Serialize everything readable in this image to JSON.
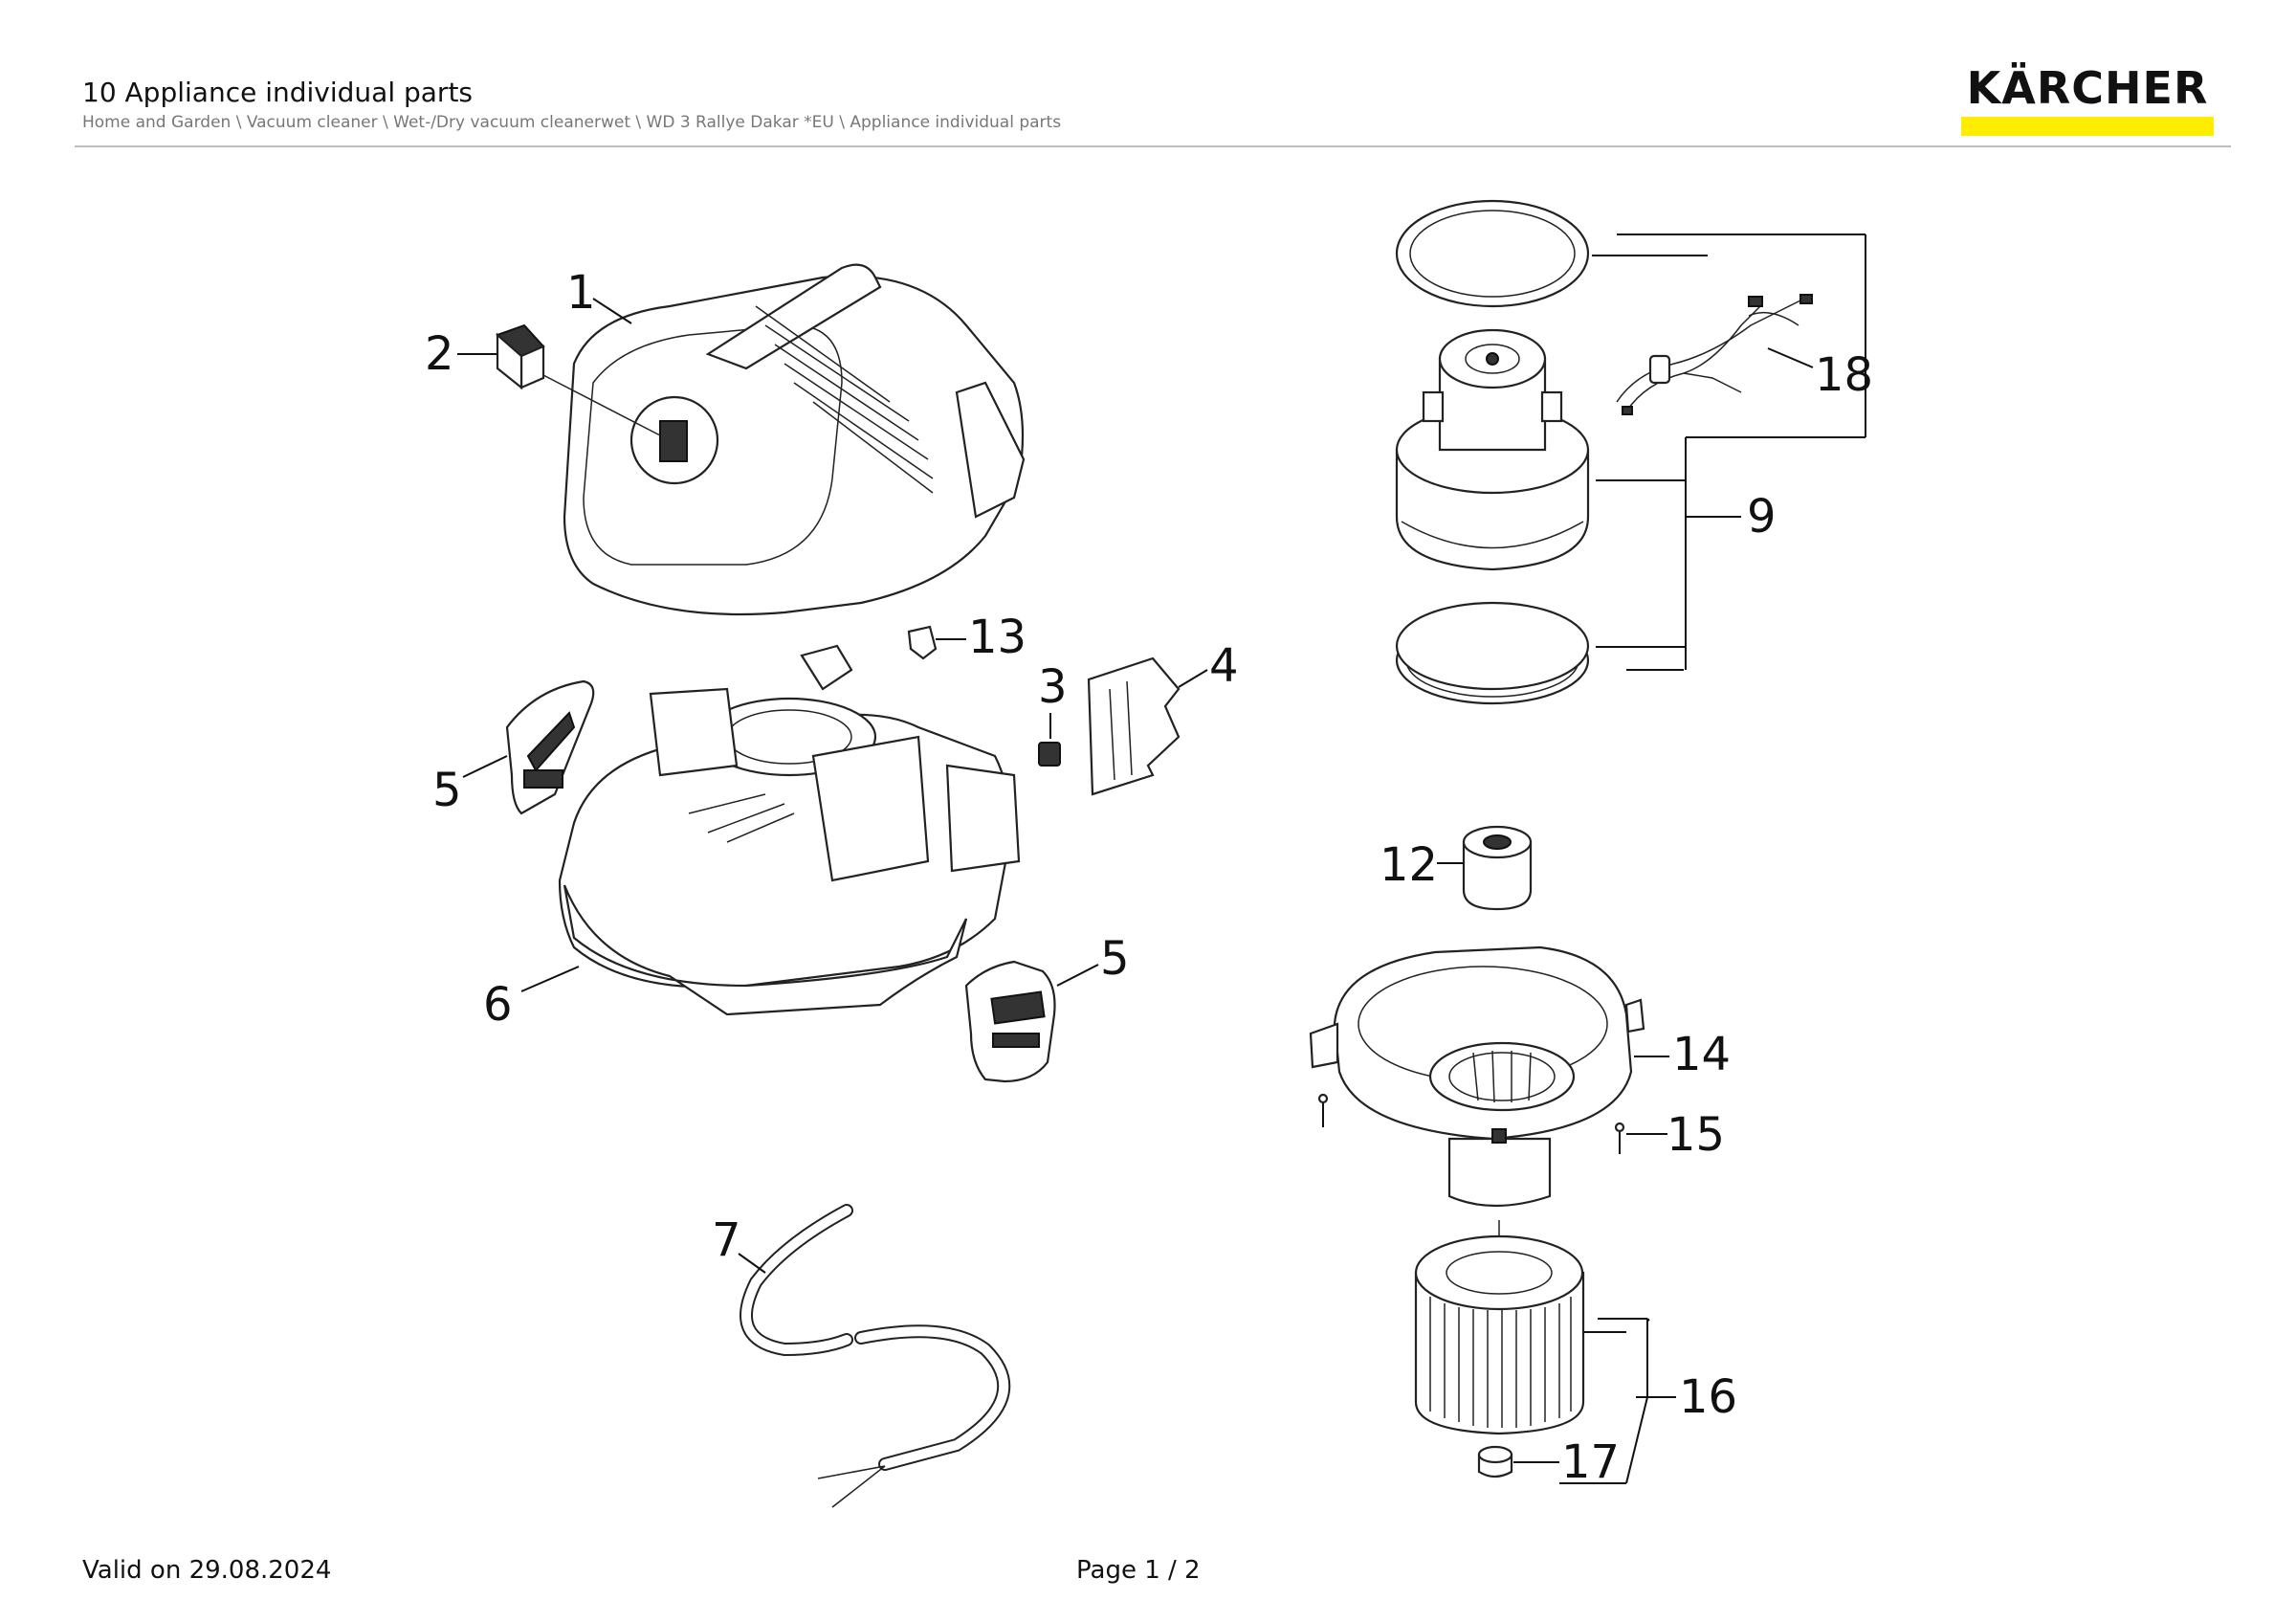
{
  "header": {
    "title": "10 Appliance individual parts",
    "breadcrumb": "Home and Garden \\ Vacuum cleaner \\ Wet-/Dry vacuum cleanerwet \\ WD 3 Rallye Dakar *EU \\ Appliance individual parts",
    "logo_text": "KÄRCHER",
    "brand_color": "#ffed00"
  },
  "callouts": {
    "c1": "1",
    "c2": "2",
    "c3": "3",
    "c4": "4",
    "c5a": "5",
    "c5b": "5",
    "c6": "6",
    "c7": "7",
    "c9": "9",
    "c12": "12",
    "c13": "13",
    "c14": "14",
    "c15": "15",
    "c16": "16",
    "c17": "17",
    "c18": "18"
  },
  "footer": {
    "valid": "Valid on 29.08.2024",
    "page": "Page 1 / 2"
  }
}
